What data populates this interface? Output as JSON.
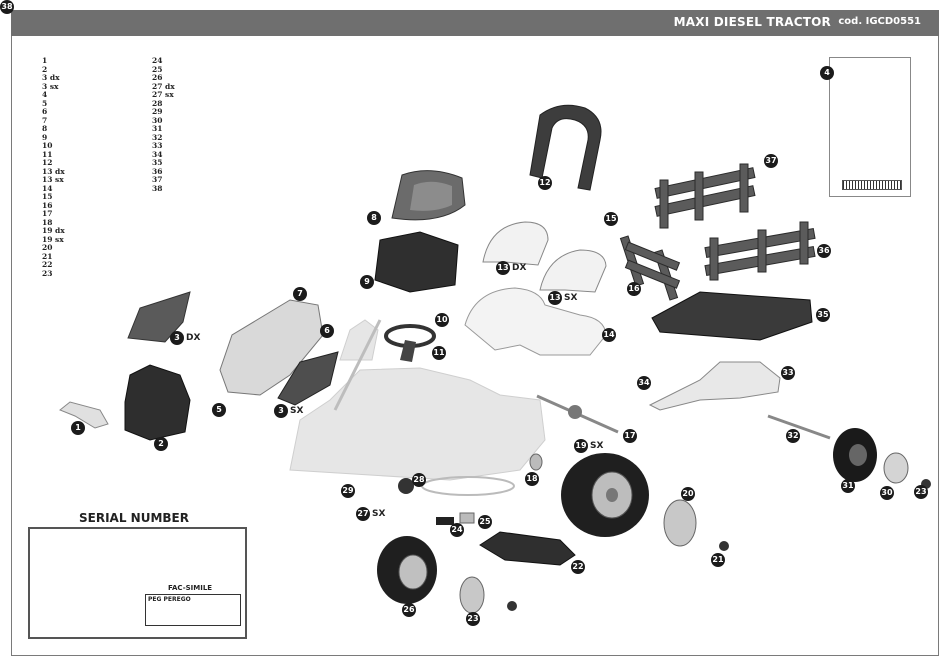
{
  "header": {
    "title": "MAXI DIESEL TRACTOR",
    "code": "cod. IGCD0551"
  },
  "parts_list": {
    "column1": [
      "1",
      "2",
      "3 dx",
      "3 sx",
      "4",
      "5",
      "6",
      "7",
      "8",
      "9",
      "10",
      "11",
      "12",
      "13 dx",
      "13 sx",
      "14",
      "15",
      "16",
      "17",
      "18",
      "19 dx",
      "19 sx",
      "20",
      "21",
      "22",
      "23"
    ],
    "column2": [
      "24",
      "25",
      "26",
      "27 dx",
      "27 sx",
      "28",
      "29",
      "30",
      "31",
      "32",
      "33",
      "34",
      "35",
      "36",
      "37",
      "38"
    ]
  },
  "callouts": [
    {
      "n": "1"
    },
    {
      "n": "2"
    },
    {
      "n": "3",
      "suffix": "DX"
    },
    {
      "n": "3",
      "suffix": "SX"
    },
    {
      "n": "4"
    },
    {
      "n": "5"
    },
    {
      "n": "6"
    },
    {
      "n": "7"
    },
    {
      "n": "8"
    },
    {
      "n": "9"
    },
    {
      "n": "10"
    },
    {
      "n": "11"
    },
    {
      "n": "12"
    },
    {
      "n": "13",
      "suffix": "DX"
    },
    {
      "n": "13",
      "suffix": "SX"
    },
    {
      "n": "14"
    },
    {
      "n": "15"
    },
    {
      "n": "16"
    },
    {
      "n": "17"
    },
    {
      "n": "18"
    },
    {
      "n": "19",
      "suffix": "SX"
    },
    {
      "n": "20"
    },
    {
      "n": "21"
    },
    {
      "n": "22"
    },
    {
      "n": "23"
    },
    {
      "n": "23"
    },
    {
      "n": "24"
    },
    {
      "n": "25"
    },
    {
      "n": "26"
    },
    {
      "n": "27",
      "suffix": "SX"
    },
    {
      "n": "28"
    },
    {
      "n": "29"
    },
    {
      "n": "30"
    },
    {
      "n": "31"
    },
    {
      "n": "32"
    },
    {
      "n": "33"
    },
    {
      "n": "34"
    },
    {
      "n": "35"
    },
    {
      "n": "36"
    },
    {
      "n": "37"
    },
    {
      "n": "38"
    }
  ],
  "serial": {
    "title": "SERIAL NUMBER",
    "fac_simile": "FAC-SIMILE",
    "label_brand": "PEG PEREGO"
  }
}
